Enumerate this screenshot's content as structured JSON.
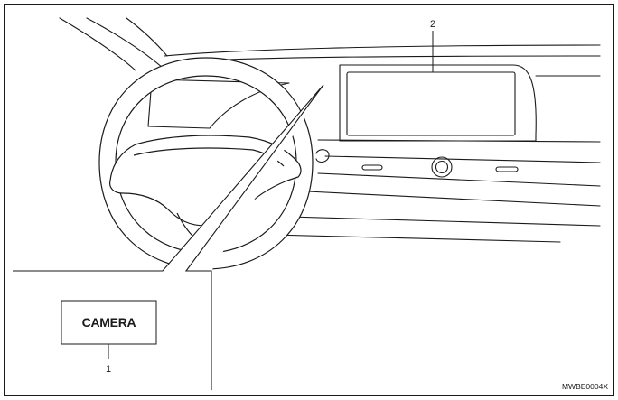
{
  "figure": {
    "code": "MWBE0004X",
    "callouts": [
      {
        "number": "1",
        "target": "CAMERA button"
      },
      {
        "number": "2",
        "target": "center display"
      }
    ],
    "camera_button_label": "CAMERA",
    "line_color": "#1a1a1a"
  }
}
